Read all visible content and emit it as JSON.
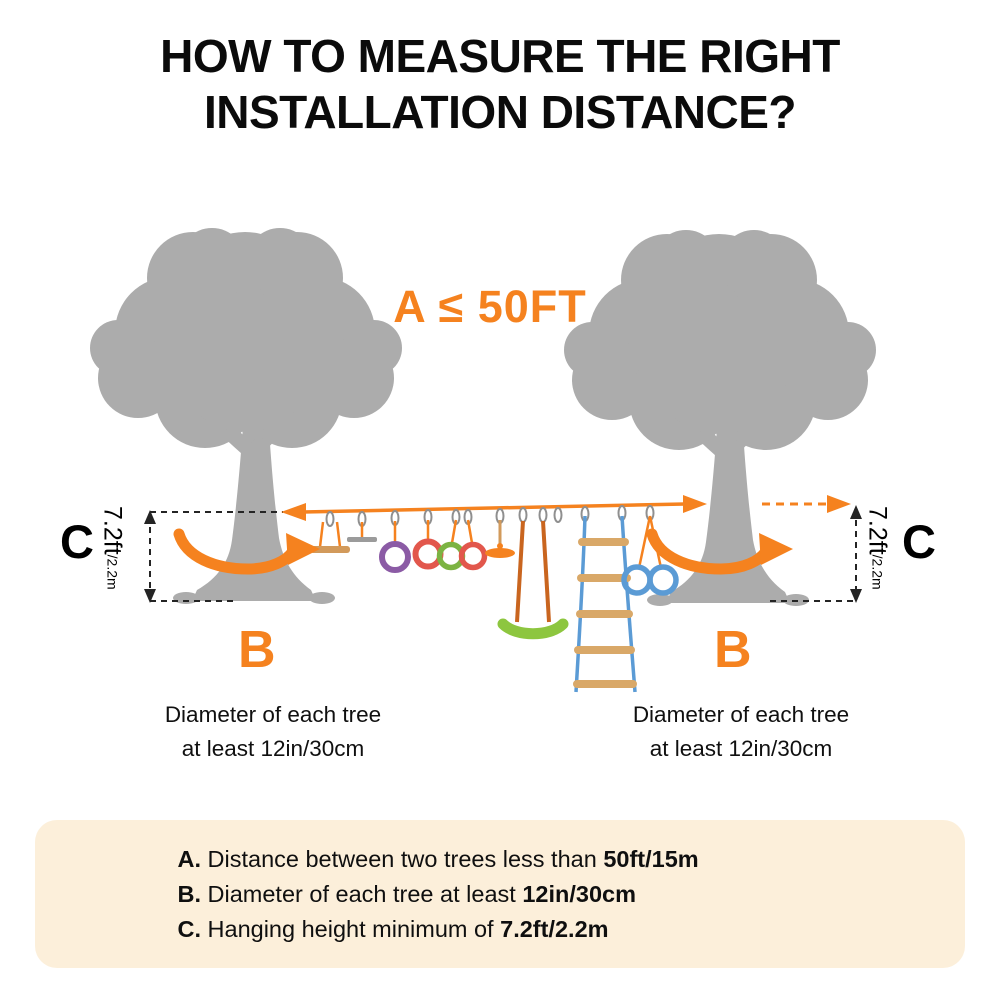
{
  "title": "HOW TO MEASURE THE RIGHT\nINSTALLATION DISTANCE?",
  "diagram": {
    "distance_label": "A ≤ 50FT",
    "left": {
      "c_label": "C",
      "b_label": "B",
      "height_main": "7.2ft",
      "height_sub": "/2.2m",
      "caption": "Diameter of each tree\nat least 12in/30cm"
    },
    "right": {
      "c_label": "C",
      "b_label": "B",
      "height_main": "7.2ft",
      "height_sub": "/2.2m",
      "caption": "Diameter of each tree\nat least 12in/30cm"
    },
    "graphics": [
      "tree-silhouette-left",
      "tree-silhouette-right",
      "slackline-obstacle-course",
      "trunk-rotation-arrow-left",
      "trunk-rotation-arrow-right",
      "height-bracket-left",
      "height-bracket-right"
    ],
    "colors": {
      "accent_orange": "#F5821F",
      "tree_gray": "#ACACAC",
      "panel_cream": "#FCEFDA"
    }
  },
  "legend": {
    "items": [
      {
        "prefix": "A.",
        "text": " Distance between two trees less than ",
        "value": "50ft/15m"
      },
      {
        "prefix": "B.",
        "text": " Diameter of each tree at least ",
        "value": "12in/30cm"
      },
      {
        "prefix": "C.",
        "text": " Hanging height minimum of ",
        "value": "7.2ft/2.2m"
      }
    ]
  }
}
